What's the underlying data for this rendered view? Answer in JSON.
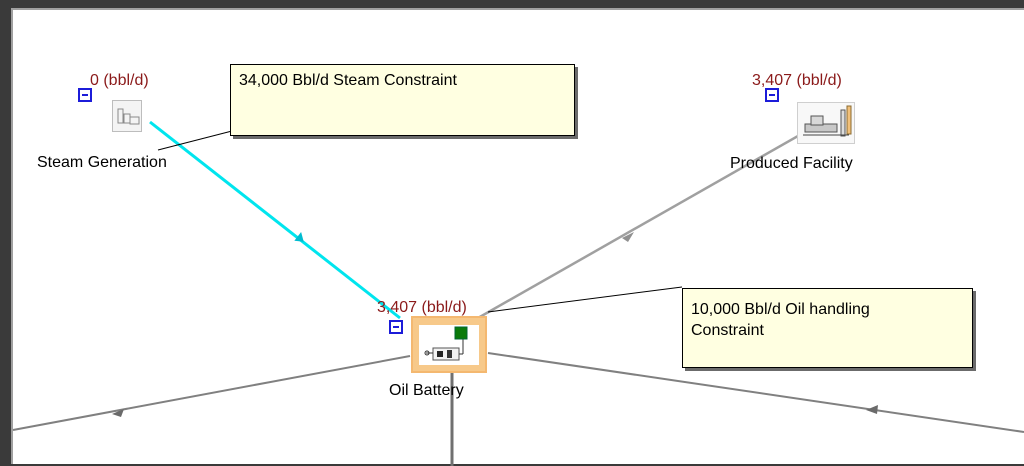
{
  "nodes": {
    "steam_generation": {
      "label": "Steam Generation",
      "flow": "0 (bbl/d)"
    },
    "produced_facility": {
      "label": "Produced Facility",
      "flow": "3,407 (bbl/d)"
    },
    "oil_battery": {
      "label": "Oil Battery",
      "flow": "3,407 (bbl/d)"
    }
  },
  "notes": {
    "steam_constraint": "34,000 Bbl/d Steam Constraint",
    "oil_constraint_line1": "10,000 Bbl/d Oil handling",
    "oil_constraint_line2": "Constraint"
  },
  "colors": {
    "steam_link": "#00e5ee",
    "normal_link": "#a0a0a0",
    "flow_text": "#8b1a1a",
    "note_bg": "#ffffe1",
    "selection": "#f7c98a"
  }
}
